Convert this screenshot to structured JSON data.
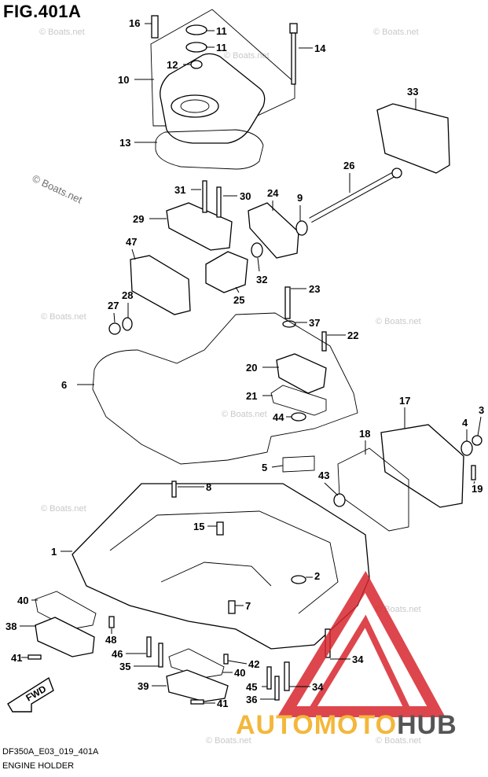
{
  "figure": {
    "title": "FIG.401A"
  },
  "footer": {
    "code": "DF350A_E03_019_401A",
    "name": "ENGINE HOLDER"
  },
  "watermark": {
    "text": "© Boats.net",
    "text_large": "© Boats.net"
  },
  "brand": {
    "part1": "AUTOMOTO",
    "part2": "HUB",
    "color1": "#f3b73a",
    "color2": "#555555",
    "logo_color": "#d8262e"
  },
  "fwd_label": "FWD",
  "callouts": [
    "16",
    "11",
    "11",
    "14",
    "10",
    "12",
    "13",
    "33",
    "26",
    "31",
    "30",
    "24",
    "9",
    "29",
    "47",
    "32",
    "25",
    "23",
    "27",
    "28",
    "37",
    "22",
    "6",
    "20",
    "21",
    "44",
    "17",
    "3",
    "4",
    "18",
    "5",
    "8",
    "43",
    "19",
    "15",
    "1",
    "2",
    "7",
    "40",
    "48",
    "38",
    "46",
    "34",
    "41",
    "35",
    "42",
    "40",
    "45",
    "39",
    "34",
    "36",
    "41"
  ]
}
